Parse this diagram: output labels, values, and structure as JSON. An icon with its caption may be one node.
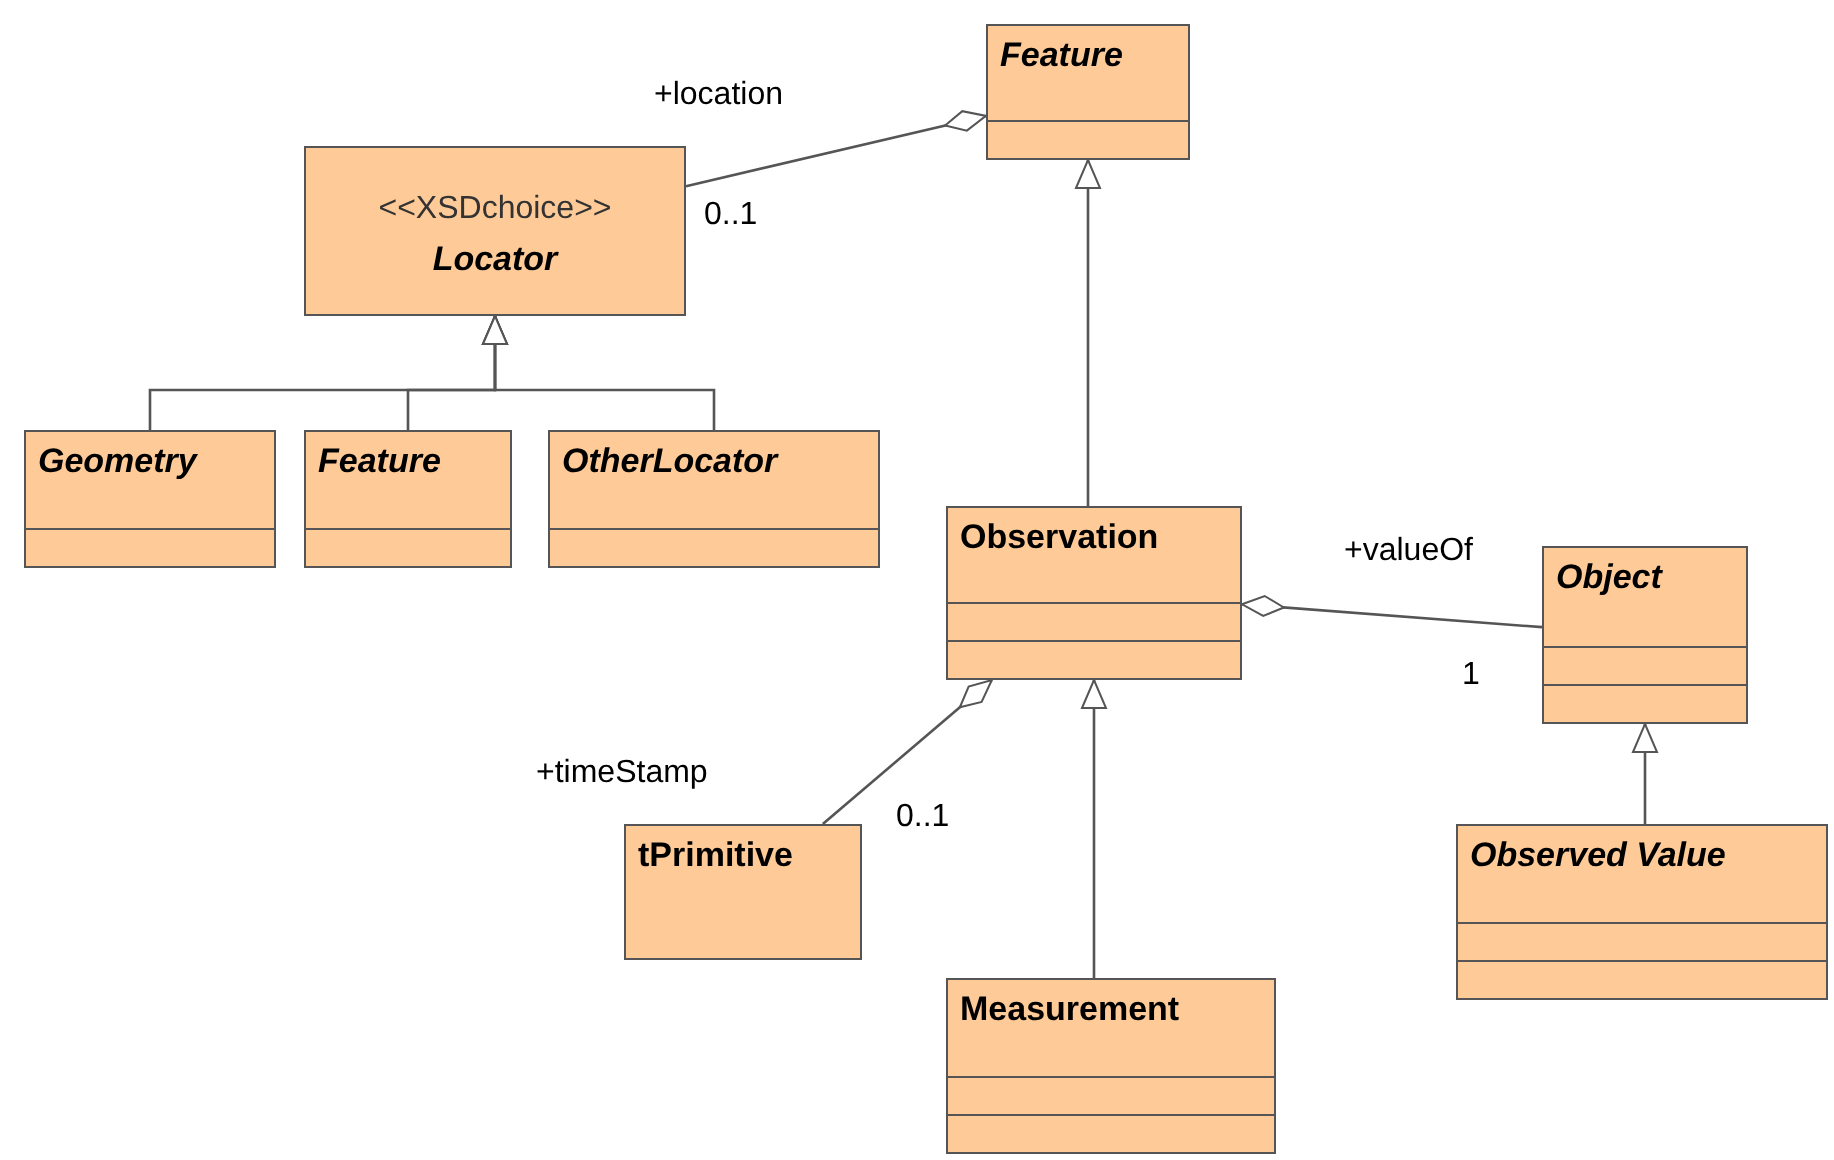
{
  "diagram": {
    "nodes": [
      {
        "text": [
          "Feature"
        ]
      },
      {
        "text": [
          "<<XSDchoice>>",
          "Locator"
        ]
      },
      {
        "text": [
          "Geometry"
        ]
      },
      {
        "text": [
          "Feature"
        ]
      },
      {
        "text": [
          "OtherLocator"
        ]
      },
      {
        "text": [
          "Observation"
        ]
      },
      {
        "text": [
          "Object"
        ]
      },
      {
        "text": [
          "tPrimitive"
        ]
      },
      {
        "text": [
          "Observed Value"
        ]
      },
      {
        "text": [
          "Measurement"
        ]
      }
    ],
    "edges": [
      {
        "from": 1,
        "to": 0,
        "arrow": "other"
      },
      {
        "from": 2,
        "to": 1,
        "arrow": "to"
      },
      {
        "from": 3,
        "to": 1,
        "arrow": "to"
      },
      {
        "from": 4,
        "to": 1,
        "arrow": "to"
      },
      {
        "from": 5,
        "to": 0,
        "arrow": "to"
      },
      {
        "from": 6,
        "to": 5,
        "arrow": "other"
      },
      {
        "from": 8,
        "to": 6,
        "arrow": "to"
      },
      {
        "from": 7,
        "to": 5,
        "arrow": "other"
      },
      {
        "from": 9,
        "to": 5,
        "arrow": "to"
      }
    ],
    "labels": [
      "+location",
      "0..1",
      "+valueOf",
      "1",
      "+timeStamp",
      "0..1"
    ]
  }
}
